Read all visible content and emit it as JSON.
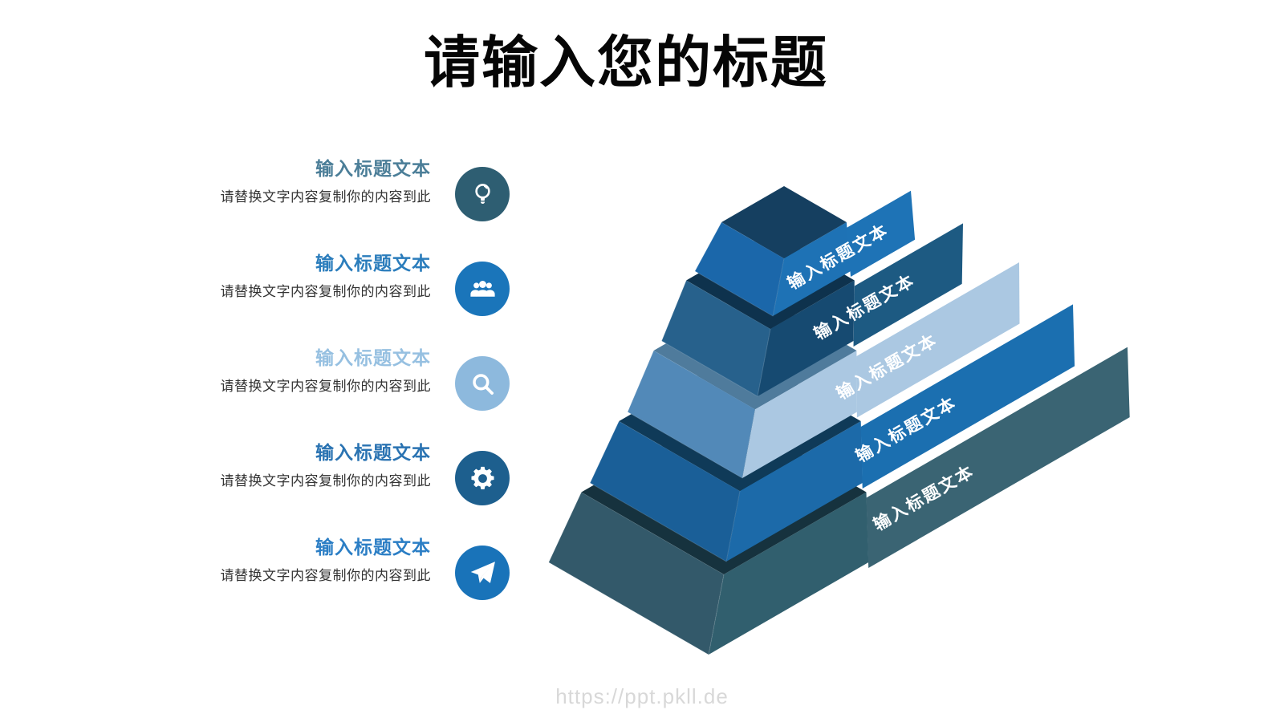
{
  "title": "请输入您的标题",
  "watermark": "https://ppt.pkll.de",
  "items": [
    {
      "heading": "输入标题文本",
      "body": "请替换文字内容复制你的内容到此",
      "icon": "lightbulb-icon",
      "icon_color": "#2e5e72",
      "heading_color": "#4b7e98"
    },
    {
      "heading": "输入标题文本",
      "body": "请替换文字内容复制你的内容到此",
      "icon": "people-icon",
      "icon_color": "#1a75ba",
      "heading_color": "#2b7dbc"
    },
    {
      "heading": "输入标题文本",
      "body": "请替换文字内容复制你的内容到此",
      "icon": "search-icon",
      "icon_color": "#8db9dd",
      "heading_color": "#96c0e1"
    },
    {
      "heading": "输入标题文本",
      "body": "请替换文字内容复制你的内容到此",
      "icon": "gear-icon",
      "icon_color": "#1d5f8e",
      "heading_color": "#2a73b2"
    },
    {
      "heading": "输入标题文本",
      "body": "请替换文字内容复制你的内容到此",
      "icon": "paper-plane-icon",
      "icon_color": "#1973b9",
      "heading_color": "#2b7ec5"
    }
  ],
  "pyramid": {
    "layers": [
      {
        "label": "输入标题文本",
        "left": "#1b67aa",
        "right": "#1e72b5",
        "band": "#1e73b6",
        "top": "#153f60"
      },
      {
        "label": "输入标题文本",
        "left": "#27618c",
        "right": "#164a71",
        "band": "#1d5a82",
        "top": "#0e324d"
      },
      {
        "label": "输入标题文本",
        "left": "#5289b8",
        "right": "#abc8e2",
        "band": "#abc8e2",
        "top": "#4f7b9c"
      },
      {
        "label": "输入标题文本",
        "left": "#1a5f98",
        "right": "#1c6aa9",
        "band": "#1b6fb0",
        "top": "#0f3a58"
      },
      {
        "label": "输入标题文本",
        "left": "#33596a",
        "right": "#315f6e",
        "band": "#3a6473",
        "top": "#16323e"
      }
    ]
  }
}
